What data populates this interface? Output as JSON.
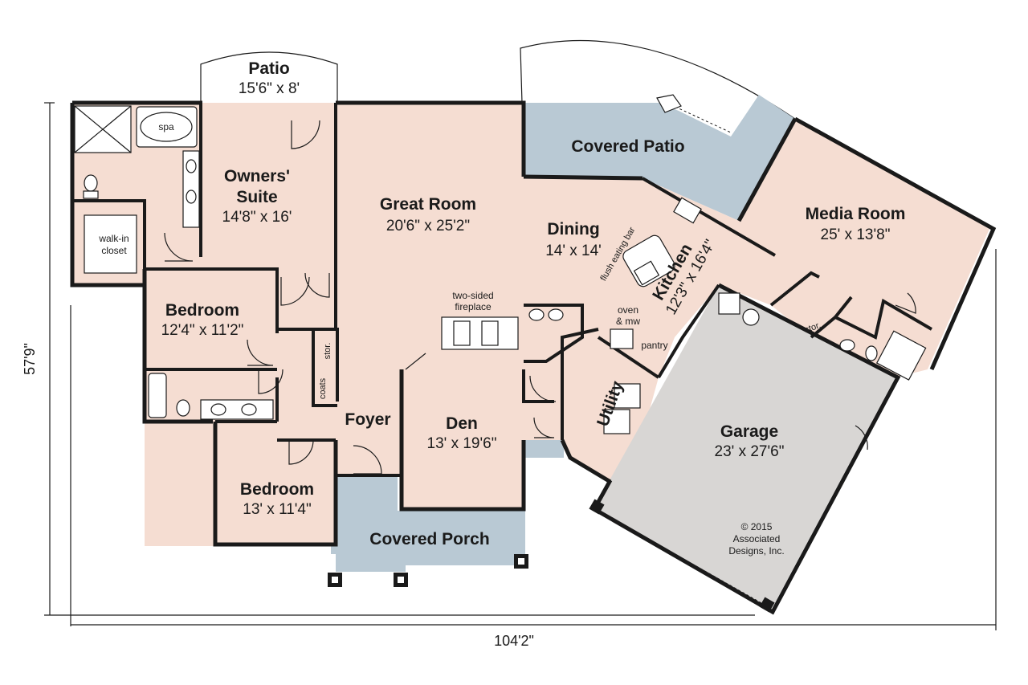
{
  "rooms": {
    "patio": {
      "name": "Patio",
      "dims": "15'6\" x 8'"
    },
    "owners_suite": {
      "name_line1": "Owners'",
      "name_line2": "Suite",
      "dims": "14'8\" x 16'"
    },
    "walkin_closet": {
      "line1": "walk-in",
      "line2": "closet"
    },
    "spa": "spa",
    "great_room": {
      "name": "Great Room",
      "dims": "20'6\" x 25'2\""
    },
    "covered_patio": {
      "name": "Covered Patio"
    },
    "dining": {
      "name": "Dining",
      "dims": "14' x 14'"
    },
    "media_room": {
      "name": "Media Room",
      "dims": "25' x 13'8\""
    },
    "kitchen": {
      "name": "Kitchen",
      "dims": "12'3\" x 16'4\""
    },
    "bedroom_1": {
      "name": "Bedroom",
      "dims": "12'4\" x 11'2\""
    },
    "bedroom_2": {
      "name": "Bedroom",
      "dims": "13' x 11'4\""
    },
    "foyer": {
      "name": "Foyer"
    },
    "den": {
      "name": "Den",
      "dims": "13' x 19'6\""
    },
    "utility": {
      "name": "Utility"
    },
    "garage": {
      "name": "Garage",
      "dims": "23' x 27'6\""
    },
    "covered_porch": {
      "name": "Covered Porch"
    }
  },
  "labels": {
    "fireplace_line1": "two-sided",
    "fireplace_line2": "fireplace",
    "eating_bar": "flush eating bar",
    "oven_line1": "oven",
    "oven_line2": "& mw",
    "pantry": "pantry",
    "stor_1": "stor.",
    "stor_2": "stor.",
    "coats": "coats"
  },
  "copyright": {
    "line1": "© 2015",
    "line2": "Associated",
    "line3": "Designs, Inc."
  },
  "dimensions": {
    "overall_width": "104'2\"",
    "overall_depth": "57'9\""
  },
  "colors": {
    "room_fill": "#f5ddd2",
    "porch_fill": "#b9c9d4",
    "garage_fill": "#d8d6d4",
    "wall": "#1a1a1a"
  }
}
